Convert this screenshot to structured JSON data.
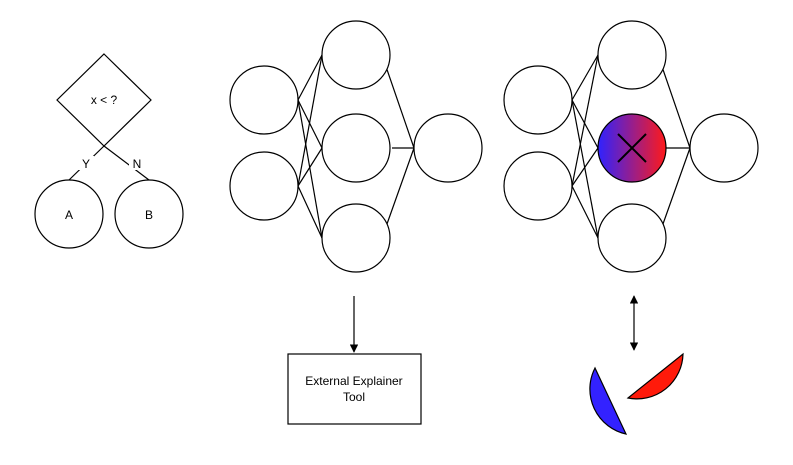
{
  "decision_tree": {
    "condition_label": "x < ?",
    "yes_label": "Y",
    "no_label": "N",
    "left_leaf_label": "A",
    "right_leaf_label": "B"
  },
  "explainer": {
    "line1": "External Explainer",
    "line2": "Tool"
  },
  "colors": {
    "stroke": "#000000",
    "node_fill": "#ffffff",
    "gradient_start": "#2f22ff",
    "gradient_end": "#ff1a1a",
    "left_fragment": "#3322ff",
    "right_fragment": "#ff1a0a"
  }
}
